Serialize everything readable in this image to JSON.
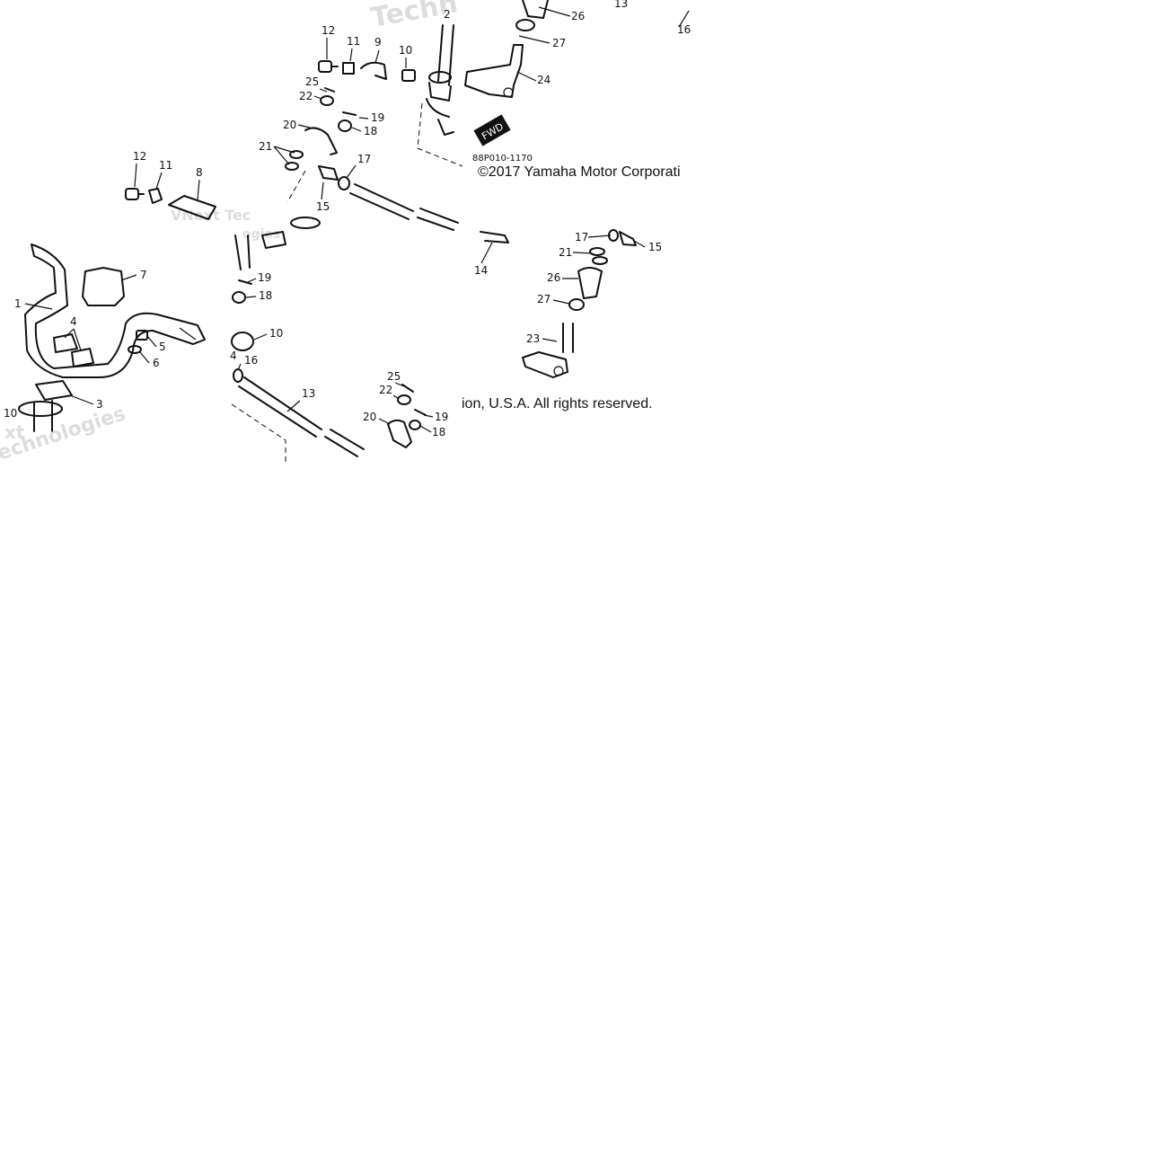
{
  "diagram": {
    "code": "88P010-1170",
    "copyright_top": "©2017 Yamaha Motor Corporati",
    "copyright_bottom": "ion, U.S.A. All rights reserved.",
    "watermark_top": "Techn",
    "watermark_mid": "VNext Tec",
    "watermark_mid2": "ogies",
    "watermark_left": "echnologies",
    "watermark_left2": "xt",
    "fwd_label": "FWD"
  },
  "callouts": {
    "top_panel": [
      "2",
      "26",
      "13",
      "16",
      "27",
      "24",
      "12",
      "11",
      "9",
      "10",
      "25",
      "22",
      "19",
      "18",
      "20",
      "21",
      "17",
      "15",
      "14"
    ],
    "left_panel": [
      "12",
      "11",
      "8",
      "7",
      "1",
      "4",
      "5",
      "6",
      "3",
      "10"
    ],
    "middle_panel": [
      "19",
      "18",
      "10",
      "4",
      "16",
      "13",
      "25",
      "22",
      "20",
      "19",
      "18"
    ],
    "right_panel": [
      "17",
      "15",
      "21",
      "26",
      "27",
      "23"
    ]
  }
}
